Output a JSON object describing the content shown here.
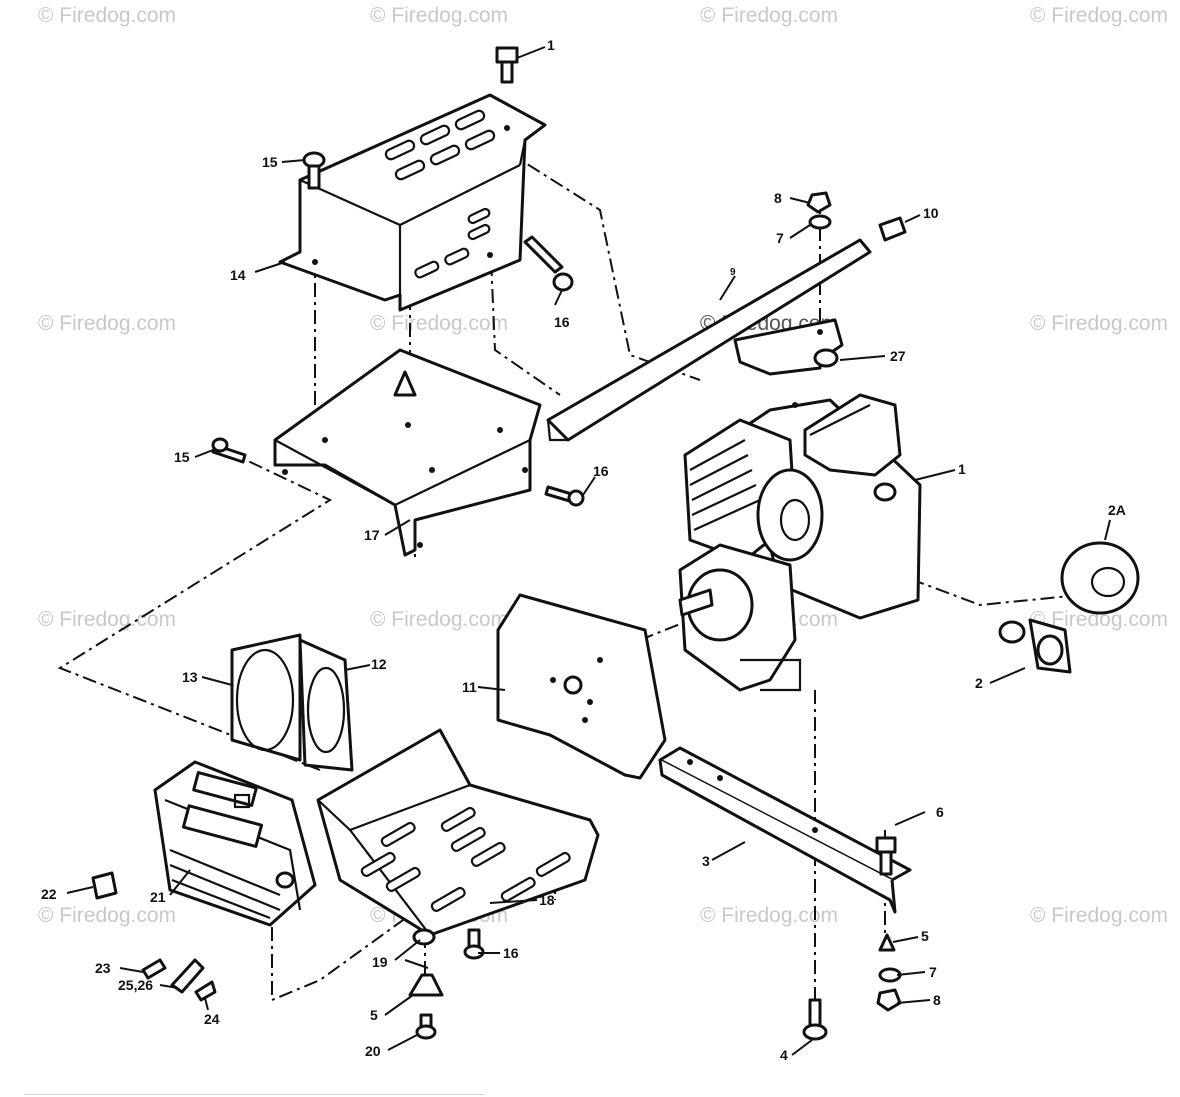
{
  "watermark_text": "© Firedog.com",
  "callouts": {
    "c1_top": "1",
    "c15_top": "15",
    "c14": "14",
    "c16_top": "16",
    "c8_top": "8",
    "c7_top": "7",
    "c10": "10",
    "c9": "9",
    "c27": "27",
    "c1_engine": "1",
    "c2a": "2A",
    "c15_mid": "15",
    "c16_mid": "16",
    "c17": "17",
    "c13": "13",
    "c12": "12",
    "c11": "11",
    "c2": "2",
    "c6": "6",
    "c3": "3",
    "c22": "22",
    "c21": "21",
    "c18": "18",
    "c23": "23",
    "c25_26": "25,26",
    "c24": "24",
    "c19": "19",
    "c5_left": "5",
    "c20": "20",
    "c16_bot": "16",
    "c4": "4",
    "c5_right": "5",
    "c7_bot": "7",
    "c8_bot": "8"
  }
}
